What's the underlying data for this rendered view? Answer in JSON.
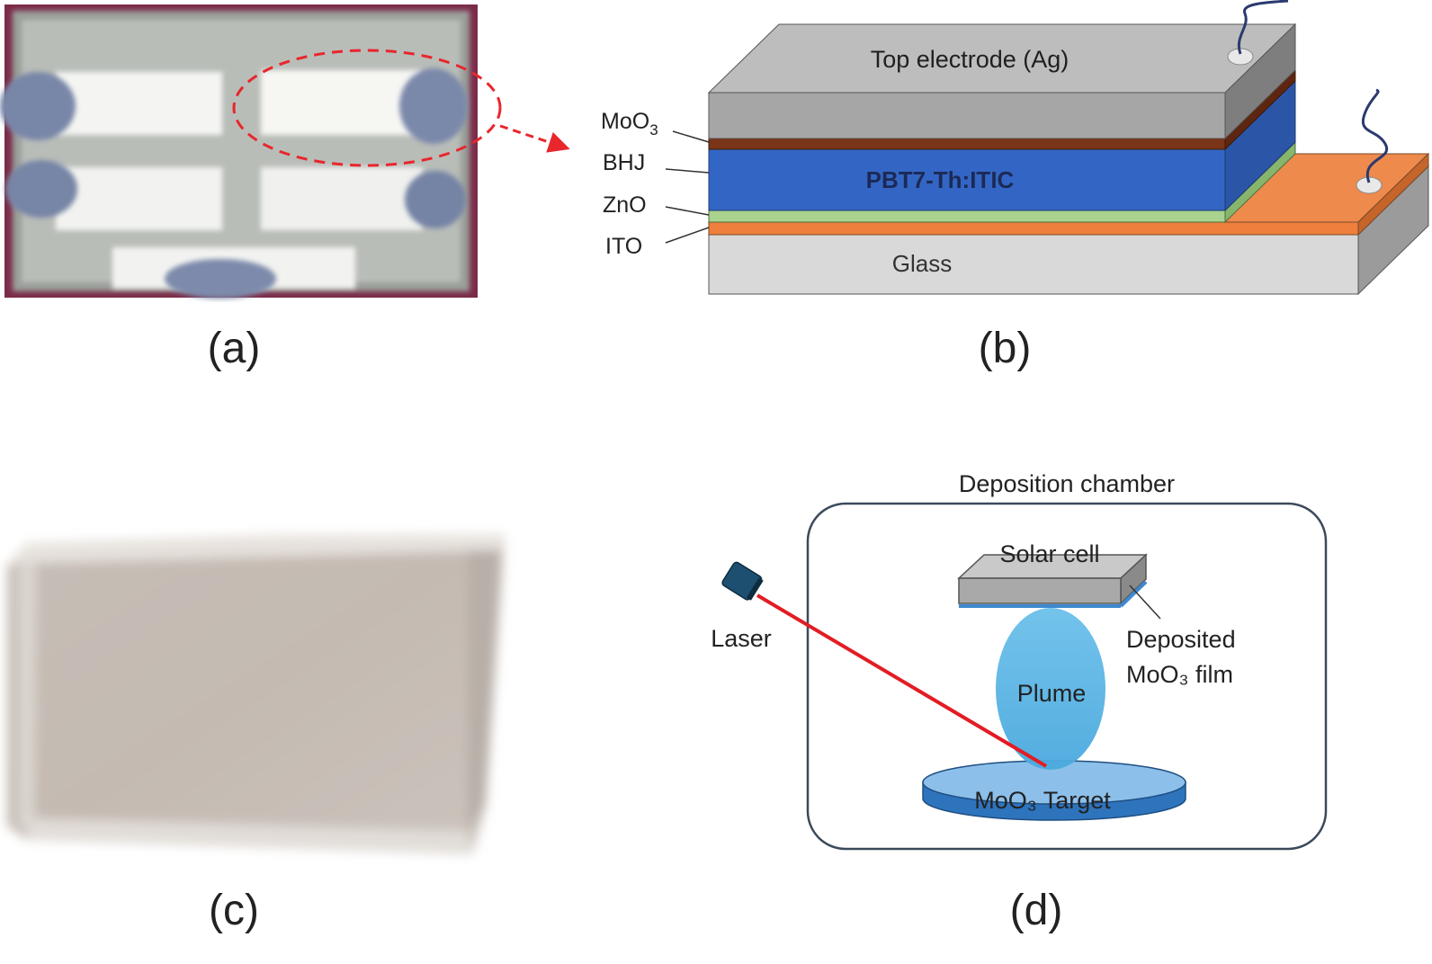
{
  "panels": {
    "a": {
      "label": "(a)"
    },
    "b": {
      "label": "(b)",
      "top_electrode": "Top electrode (Ag)",
      "active_layer": "PBT7-Th:ITIC",
      "substrate": "Glass",
      "layer_labels": {
        "moo3_base": "MoO",
        "moo3_sub": "3",
        "bhj": "BHJ",
        "zno": "ZnO",
        "ito": "ITO"
      }
    },
    "c": {
      "label": "(c)"
    },
    "d": {
      "label": "(d)",
      "chamber": "Deposition chamber",
      "solar_cell": "Solar cell",
      "laser": "Laser",
      "film_line1": "Deposited",
      "film_line2": "MoO₃ film",
      "plume": "Plume",
      "target": "MoO₃ Target"
    }
  },
  "colors": {
    "dashed_ellipse": "#e8262c",
    "laser_beam": "#e31c24",
    "electrode": "#a6a6a6",
    "moo3": "#7a3417",
    "bhj": "#3366c4",
    "zno": "#a9d28e",
    "ito": "#ee8a4c",
    "glass": "#d9d9d9",
    "plume": "#63b9e5",
    "target": "#3d88d0",
    "chamber_border": "#3a4a5a"
  }
}
